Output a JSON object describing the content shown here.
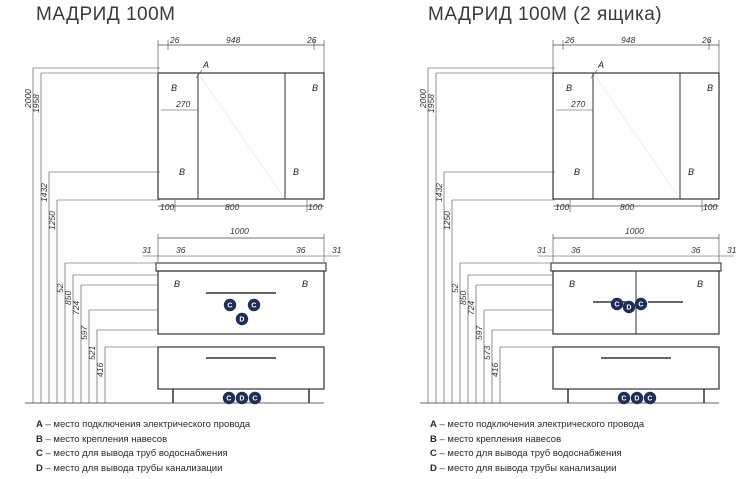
{
  "titles": {
    "left": "МАДРИД 100М",
    "right": "МАДРИД 100М (2 ящика)"
  },
  "dims": {
    "mirror_top": [
      "26",
      "948",
      "26"
    ],
    "mirror_inner": "270",
    "mirror_bottom": [
      "100",
      "800",
      "100"
    ],
    "cabinet_width": "1000",
    "cabinet_sides": [
      "31",
      "36",
      "36",
      "31"
    ],
    "heights": [
      "2000",
      "1958",
      "1432",
      "1250",
      "52",
      "850",
      "724",
      "597",
      "521",
      "416"
    ],
    "heights_right": [
      "2000",
      "1958",
      "1432",
      "1250",
      "52",
      "850",
      "724",
      "597",
      "573",
      "416"
    ]
  },
  "markers": {
    "A": "A",
    "B": "B",
    "C": "C",
    "D": "D"
  },
  "legend": [
    {
      "key": "A",
      "text": " – место подключения электрического провода"
    },
    {
      "key": "B",
      "text": " – место крепления навесов"
    },
    {
      "key": "C",
      "text": " – место для вывода труб водоснабжения"
    },
    {
      "key": "D",
      "text": " – место для вывода трубы канализации"
    }
  ],
  "colors": {
    "line": "#333333",
    "dim_line": "#444444",
    "circle": "#1e2d5a"
  }
}
